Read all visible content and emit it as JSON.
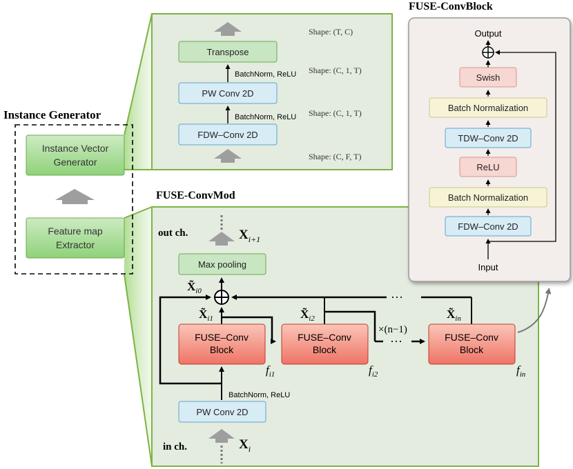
{
  "instance_generator": {
    "title": "Instance Generator",
    "vector_generator": [
      "Instance Vector",
      "Generator"
    ],
    "feature_extractor": [
      "Feature map",
      "Extractor"
    ]
  },
  "top_panel": {
    "transpose": "Transpose",
    "pw_conv": "PW Conv 2D",
    "fdw_conv": "FDW–Conv 2D",
    "bn_relu": "BatchNorm, ReLU",
    "shape_out": "Shape: (T, C)",
    "shape_mid1": "Shape: (C, 1, T)",
    "shape_mid2": "Shape: (C, 1, T)",
    "shape_in": "Shape: (C, F, T)"
  },
  "convmod": {
    "title": "FUSE-ConvMod",
    "out_ch": "out ch.",
    "in_ch": "in ch.",
    "x_out": "X",
    "x_out_sub": "i+1",
    "x_in": "X",
    "x_in_sub": "i",
    "max_pool": "Max pooling",
    "pw_conv": "PW Conv 2D",
    "bn_relu": "BatchNorm, ReLU",
    "block_label": [
      "FUSE–Conv",
      "Block"
    ],
    "x_tilde": "X̃",
    "sub_i0": "i0",
    "sub_i1": "i1",
    "sub_i2": "i2",
    "sub_in": "in",
    "f": "f",
    "repeat": "×(n−1)",
    "dots": "···"
  },
  "convblock": {
    "title": "FUSE-ConvBlock",
    "output": "Output",
    "input": "Input",
    "swish": "Swish",
    "bn_top": "Batch Normalization",
    "tdw": "TDW–Conv 2D",
    "relu": "ReLU",
    "bn_bottom": "Batch Normalization",
    "fdw": "FDW–Conv 2D"
  },
  "colors": {
    "panel_fill": "#e4ece0",
    "panel_border": "#7cb342",
    "green_box": "#c8e6c2",
    "blue_box": "#d8ecf6",
    "red_box": "#f08a80",
    "yellow_box": "#f6f3d6",
    "pink_box": "#f6d7d2"
  }
}
